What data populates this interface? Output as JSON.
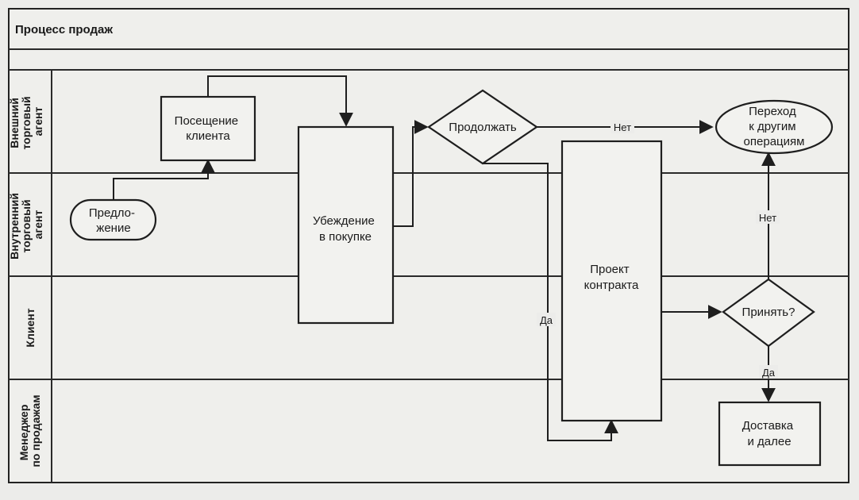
{
  "title": "Процесс продаж",
  "lanes": [
    [
      "Внешний",
      "торговый",
      "агент"
    ],
    [
      "Внутренний",
      "торговый",
      "агент"
    ],
    [
      "Клиент"
    ],
    [
      "Менеджер",
      "по продажам"
    ]
  ],
  "nodes": {
    "offer": [
      "Предло-",
      "жение"
    ],
    "visit": [
      "Посещение",
      "клиента"
    ],
    "persuade": [
      "Убеждение",
      "в покупке"
    ],
    "continue": [
      "Продолжать"
    ],
    "other_ops": [
      "Переход",
      "к другим",
      "операциям"
    ],
    "contract": [
      "Проект",
      "контракта"
    ],
    "accept": [
      "Принять?"
    ],
    "delivery": [
      "Доставка",
      "и далее"
    ]
  },
  "edge_labels": {
    "continue_no": "Нет",
    "continue_yes": "Да",
    "accept_no": "Нет",
    "accept_yes": "Да"
  }
}
